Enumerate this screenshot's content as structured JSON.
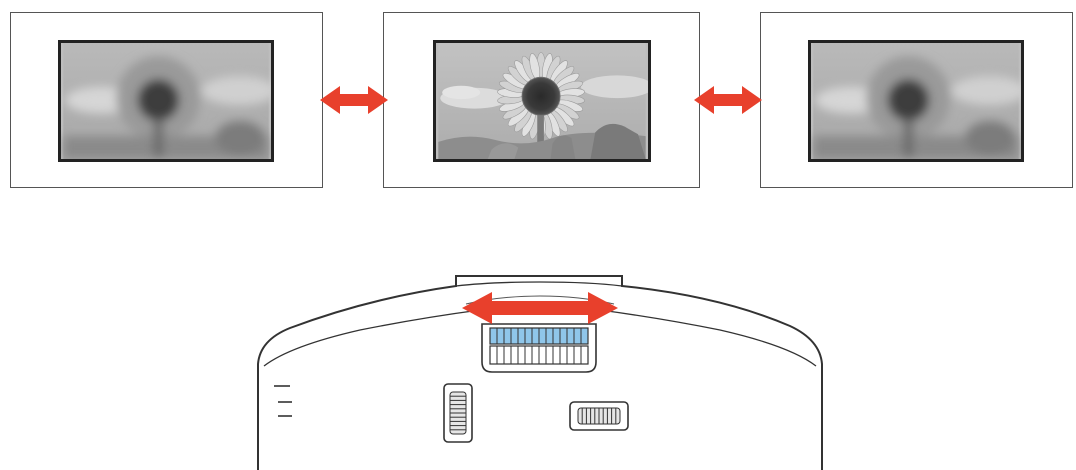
{
  "figure": {
    "panels": [
      {
        "state": "blurred"
      },
      {
        "state": "focused"
      },
      {
        "state": "blurred"
      }
    ],
    "icons": {
      "panel_arrow": "double-headed-arrow-icon",
      "ring_arrow": "double-headed-arrow-icon",
      "focus_ring": "focus-ring-icon",
      "zoom_ring": "zoom-lever-icon",
      "lens_shift_dial": "lens-shift-dial-icon"
    },
    "colors": {
      "arrow": "#e8402c",
      "ring_highlight": "#8fc6ea",
      "outline": "#333333",
      "screen_border": "#222222"
    }
  }
}
